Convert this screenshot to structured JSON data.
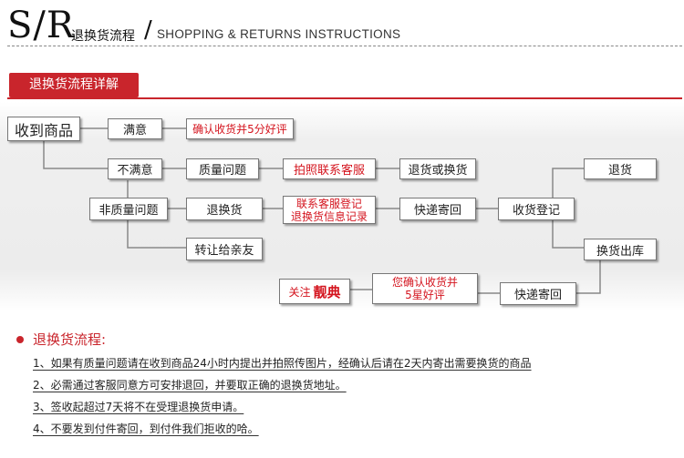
{
  "header": {
    "logo_text": "S/R",
    "title_cn": "退换货流程",
    "slash": "/",
    "title_en": "SHOPPING & RETURNS INSTRUCTIONS"
  },
  "section_tab": "退换货流程详解",
  "flow": {
    "received": "收到商品",
    "satisfied": "满意",
    "confirm_review": "确认收货并5分好评",
    "unsatisfied": "不满意",
    "quality_issue": "质量问题",
    "photo_contact": "拍照联系客服",
    "return_or_exchange": "退货或换货",
    "return": "退货",
    "non_quality": "非质量问题",
    "return_exchange": "退换货",
    "contact_register_1": "联系客服登记",
    "contact_register_2": "退换货信息记录",
    "express_return_1": "快递寄回",
    "receive_register": "收货登记",
    "exchange_out": "换货出库",
    "transfer_friend": "转让给亲友",
    "follow_label": "关注",
    "follow_brand": "靓典",
    "please_confirm_1": "您确认收货并",
    "please_confirm_2": "5星好评",
    "express_return_2": "快递寄回"
  },
  "notes": {
    "title": "退换货流程:",
    "items": [
      "1、如果有质量问题请在收到商品24小时内提出并拍照传图片，经确认后请在2天内寄出需要换货的商品",
      "2、必需通过客服同意方可安排退回，并要取正确的退换货地址。",
      "3、签收起超过7天将不在受理退换货申请。",
      "4、不要发到付件寄回，到付件我们拒收的哈。"
    ]
  },
  "colors": {
    "accent_red": "#c9252c",
    "text_red": "#d4141e"
  }
}
